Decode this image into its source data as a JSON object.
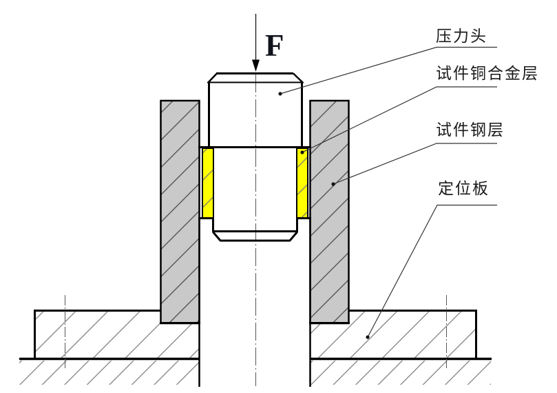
{
  "diagram": {
    "force_label": "F",
    "labels": {
      "pressure_head": "压力头",
      "copper_layer": "试件铜合金层",
      "steel_layer": "试件钢层",
      "positioning_plate": "定位板"
    },
    "colors": {
      "steel_fill": "#c9c9c9",
      "copper_fill": "#ffff00",
      "outline": "#000000",
      "hatch_steel": "#4a4a4a",
      "hatch_light": "#777777",
      "leader": "#333333",
      "centerline": "#555555",
      "background": "#ffffff"
    }
  }
}
